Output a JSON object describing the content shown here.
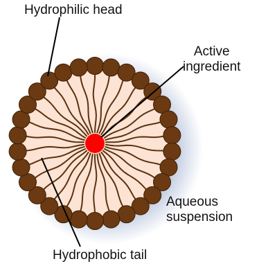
{
  "labels": {
    "head": "Hydrophilic head",
    "active_line1": "Active",
    "active_line2": "ingredient",
    "aqueous_line1": "Aqueous",
    "aqueous_line2": "suspension",
    "tail": "Hydrophobic tail"
  },
  "micelle": {
    "head_count": 30,
    "colors": {
      "head": "#6b3a12",
      "head_outline": "#3d1f06",
      "tail": "#5a3210",
      "core": "#fde3d3",
      "active_ingredient": "#ff0000",
      "halo": "#b8c4dc",
      "leader_line": "#000000"
    }
  }
}
